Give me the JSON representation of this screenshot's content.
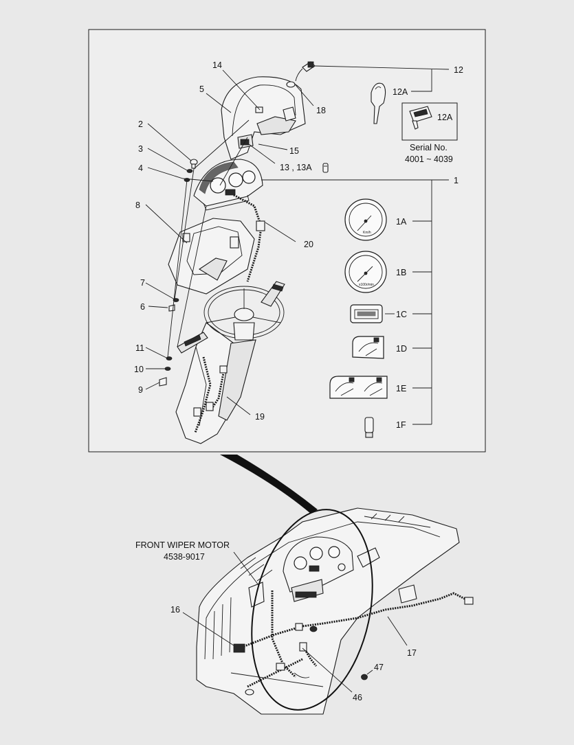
{
  "callouts": {
    "c1": "1",
    "c1A": "1A",
    "c1B": "1B",
    "c1C": "1C",
    "c1D": "1D",
    "c1E": "1E",
    "c1F": "1F",
    "c2": "2",
    "c3": "3",
    "c4": "4",
    "c5": "5",
    "c6": "6",
    "c7": "7",
    "c8": "8",
    "c9": "9",
    "c10": "10",
    "c11": "11",
    "c12": "12",
    "c12A_key": "12A",
    "c12A_box": "12A",
    "c13": "13 , 13A",
    "c14": "14",
    "c15": "15",
    "c16": "16",
    "c17": "17",
    "c18": "18",
    "c19": "19",
    "c20": "20",
    "c46": "46",
    "c47": "47"
  },
  "serial_note": {
    "line1": "Serial No.",
    "line2": "4001 ~ 4039"
  },
  "wiper_note": {
    "line1": "FRONT WIPER MOTOR",
    "line2": "4538-9017"
  },
  "gauge_units": {
    "speed": "Km/h",
    "rpm": "x100r/min"
  }
}
